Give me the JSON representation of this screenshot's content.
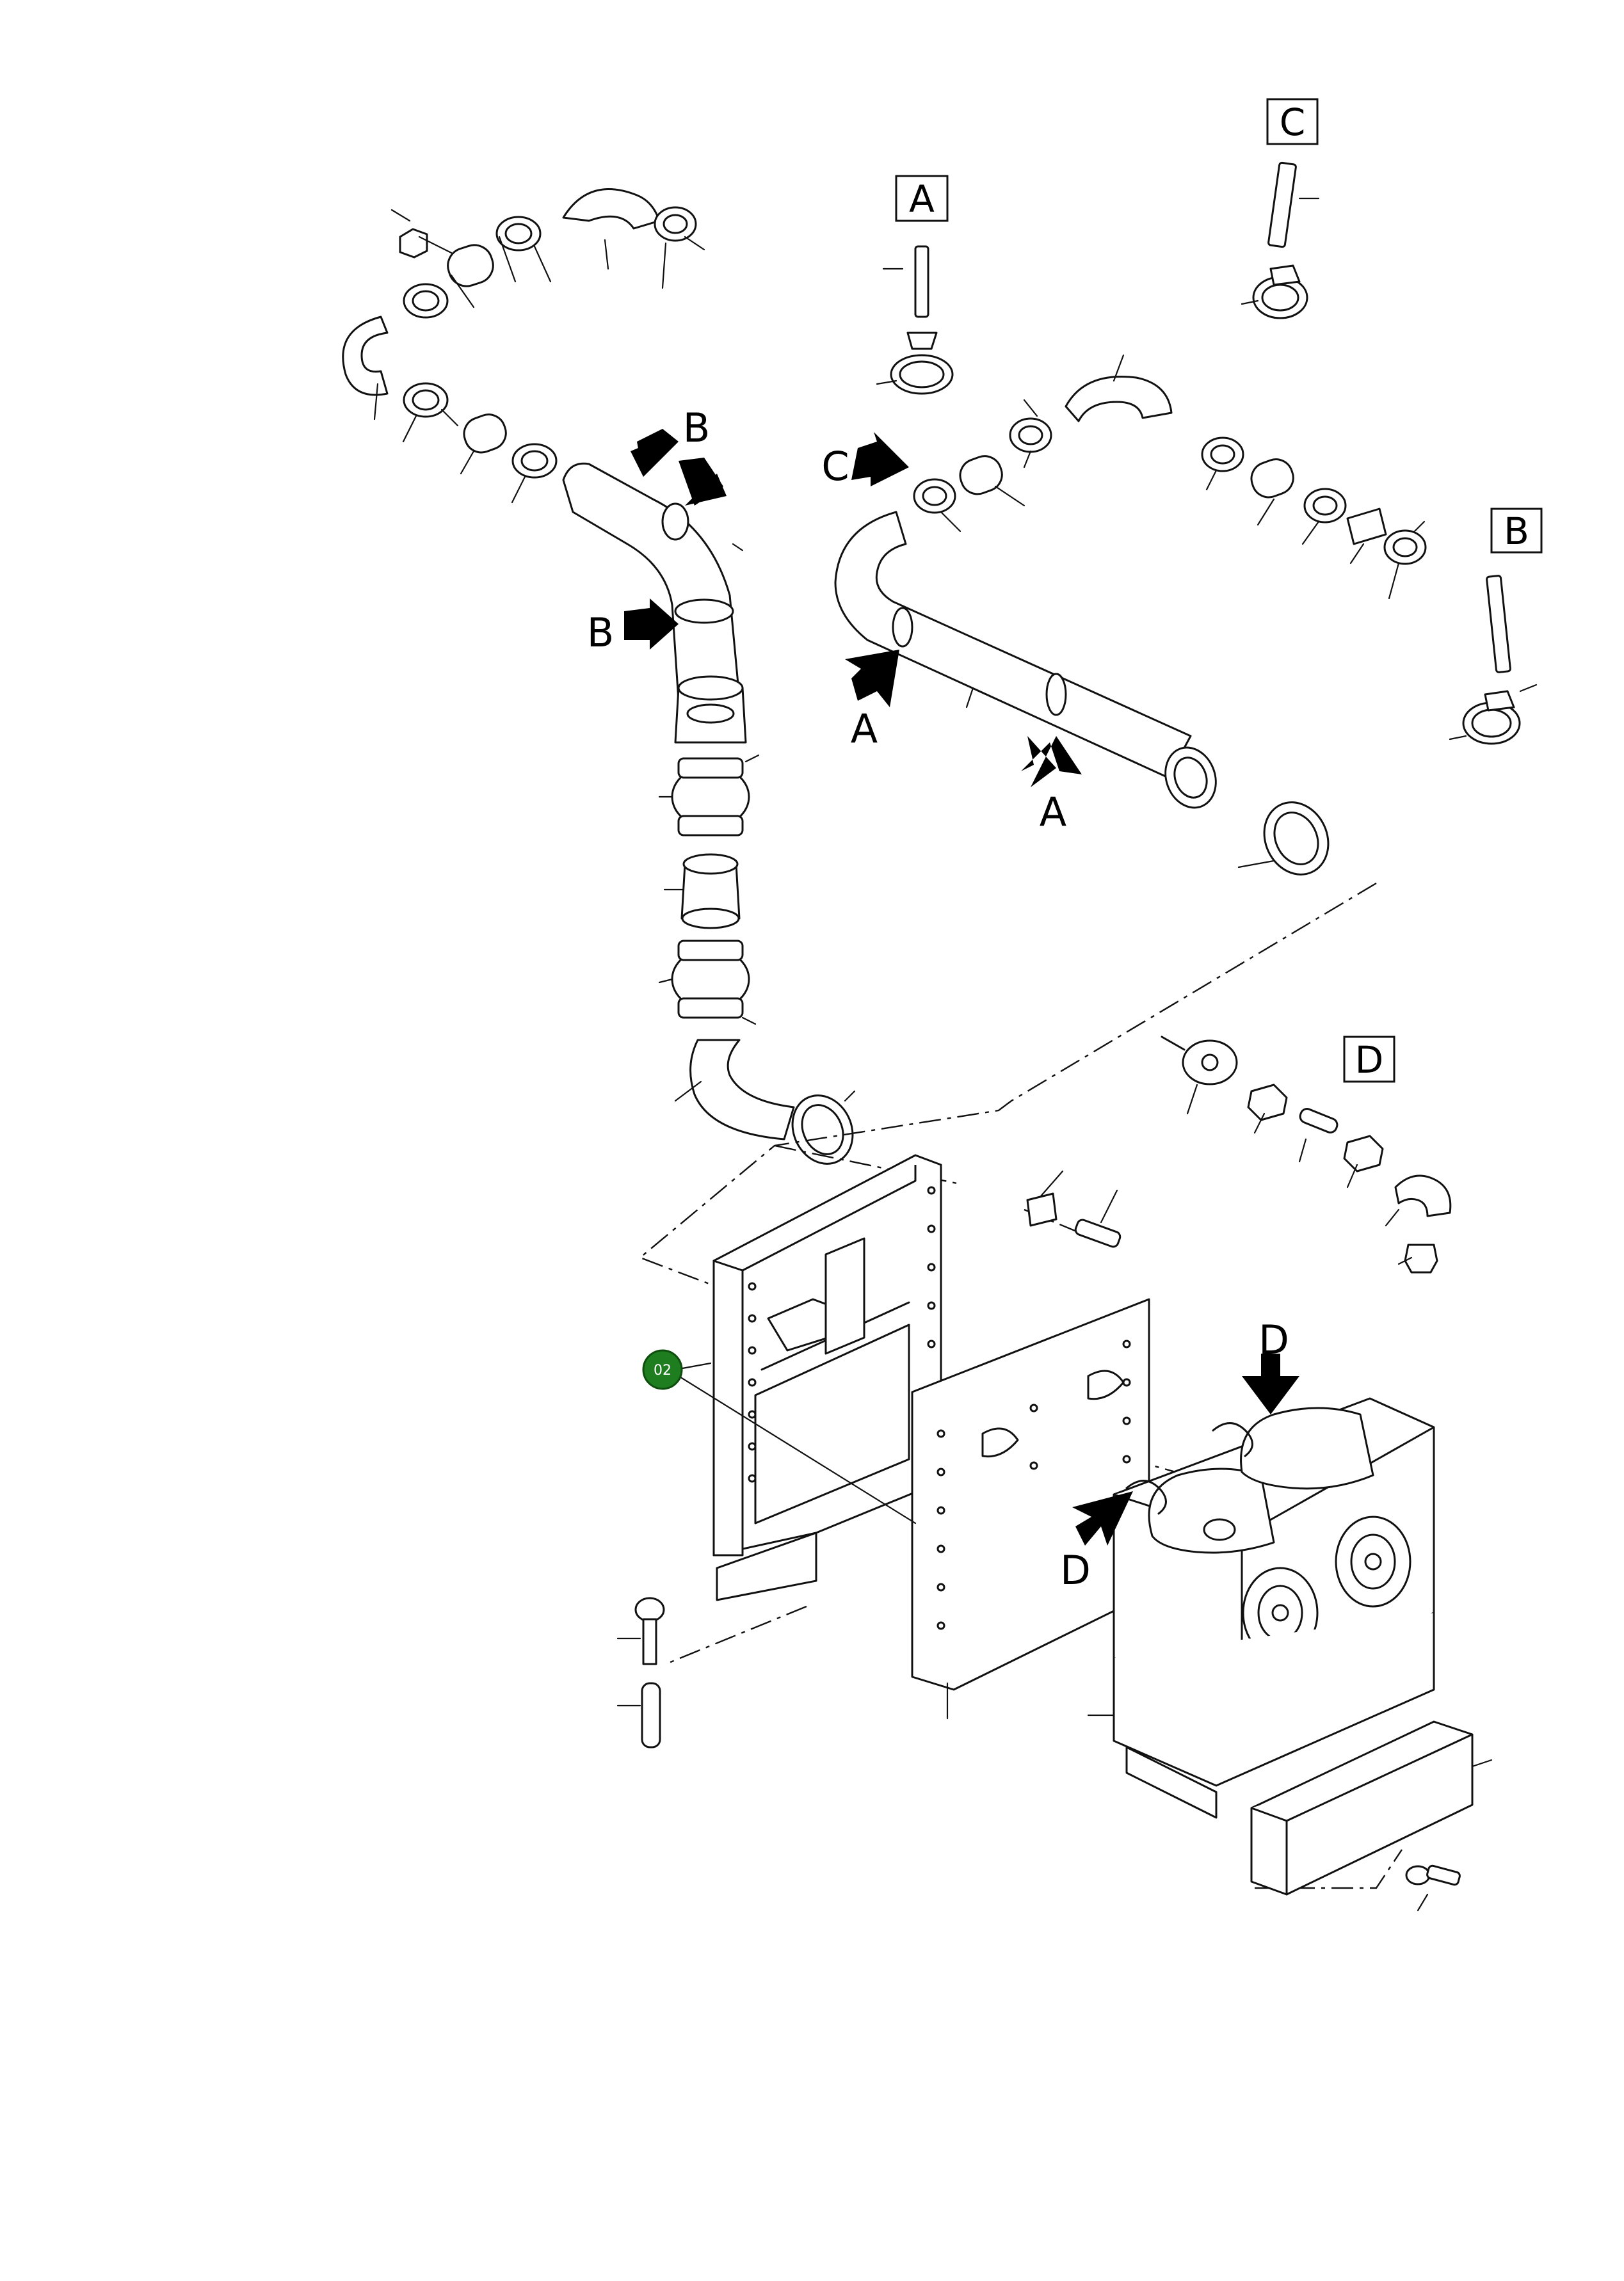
{
  "detail_labels": {
    "box_a": "A",
    "box_b": "B",
    "box_c": "C",
    "box_d": "D"
  },
  "arrow_labels": {
    "b_top": "B",
    "b_mid": "B",
    "c_left": "C",
    "a_left": "A",
    "a_right": "A",
    "d_top": "D",
    "d_bottom": "D"
  },
  "callout": {
    "label": "02",
    "color": "#1e7d1e"
  }
}
